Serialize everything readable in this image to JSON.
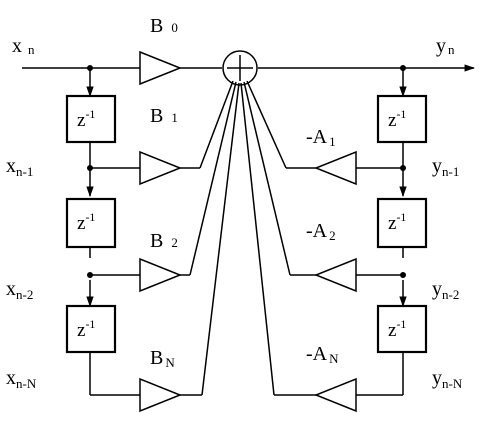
{
  "signals": {
    "input": {
      "main": "x",
      "sub": "n"
    },
    "output": {
      "main": "y",
      "sub": "n"
    },
    "left_taps": [
      {
        "main": "x",
        "sub": "n-1"
      },
      {
        "main": "x",
        "sub": "n-2"
      },
      {
        "main": "x",
        "sub": "n-N"
      }
    ],
    "right_taps": [
      {
        "main": "y",
        "sub": "n-1"
      },
      {
        "main": "y",
        "sub": "n-2"
      },
      {
        "main": "y",
        "sub": "n-N"
      }
    ]
  },
  "delay": {
    "main": "z",
    "sup": "-1"
  },
  "forward_gains": [
    {
      "main": "B",
      "sub": "0"
    },
    {
      "main": "B",
      "sub": "1"
    },
    {
      "main": "B",
      "sub": "2"
    },
    {
      "main": "B",
      "sub": "N"
    }
  ],
  "feedback_gains": [
    {
      "main": "-A",
      "sub": "1"
    },
    {
      "main": "-A",
      "sub": "2"
    },
    {
      "main": "-A",
      "sub": "N"
    }
  ],
  "colors": {
    "stroke": "#000000",
    "background": "#ffffff"
  }
}
